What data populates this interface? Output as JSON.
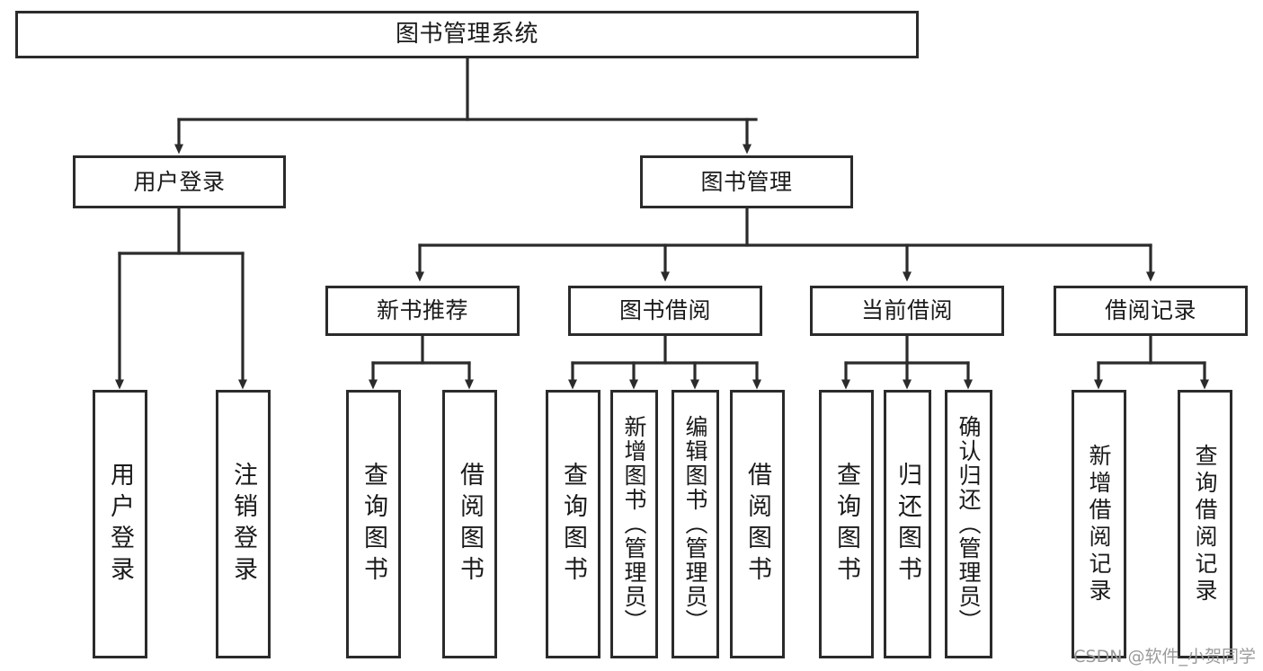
{
  "diagram": {
    "title": "图书管理系统",
    "type": "tree",
    "root": {
      "label": "图书管理系统"
    },
    "level2": [
      {
        "id": "user-login",
        "label": "用户登录"
      },
      {
        "id": "book-manage",
        "label": "图书管理"
      }
    ],
    "level3": [
      {
        "id": "new-book-recommend",
        "label": "新书推荐",
        "parent": "book-manage"
      },
      {
        "id": "book-borrow",
        "label": "图书借阅",
        "parent": "book-manage"
      },
      {
        "id": "current-borrow",
        "label": "当前借阅",
        "parent": "book-manage"
      },
      {
        "id": "borrow-record",
        "label": "借阅记录",
        "parent": "book-manage"
      }
    ],
    "leaves": [
      {
        "id": "leaf-user-login",
        "label": "用户登录",
        "parent": "user-login"
      },
      {
        "id": "leaf-logout-login",
        "label": "注销登录",
        "parent": "user-login"
      },
      {
        "id": "leaf-query-book-1",
        "label": "查询图书",
        "parent": "new-book-recommend"
      },
      {
        "id": "leaf-borrow-book-1",
        "label": "借阅图书",
        "parent": "new-book-recommend"
      },
      {
        "id": "leaf-query-book-2",
        "label": "查询图书",
        "parent": "book-borrow"
      },
      {
        "id": "leaf-add-book",
        "label": "新增图书（管理员）",
        "parent": "book-borrow"
      },
      {
        "id": "leaf-edit-book",
        "label": "编辑图书（管理员）",
        "parent": "book-borrow"
      },
      {
        "id": "leaf-borrow-book-2",
        "label": "借阅图书",
        "parent": "book-borrow"
      },
      {
        "id": "leaf-query-book-3",
        "label": "查询图书",
        "parent": "current-borrow"
      },
      {
        "id": "leaf-return-book",
        "label": "归还图书",
        "parent": "current-borrow"
      },
      {
        "id": "leaf-confirm-return",
        "label": "确认归还（管理员）",
        "parent": "current-borrow"
      },
      {
        "id": "leaf-add-record",
        "label": "新增借阅记录",
        "parent": "borrow-record"
      },
      {
        "id": "leaf-query-record",
        "label": "查询借阅记录",
        "parent": "borrow-record"
      }
    ],
    "colors": {
      "border": "#2b2b2b",
      "background": "#ffffff",
      "text": "#1a1a1a",
      "connector": "#2b2b2b",
      "watermark": "#9b9b9b"
    }
  },
  "watermark": {
    "text": "CSDN @软件_小贺同学"
  }
}
